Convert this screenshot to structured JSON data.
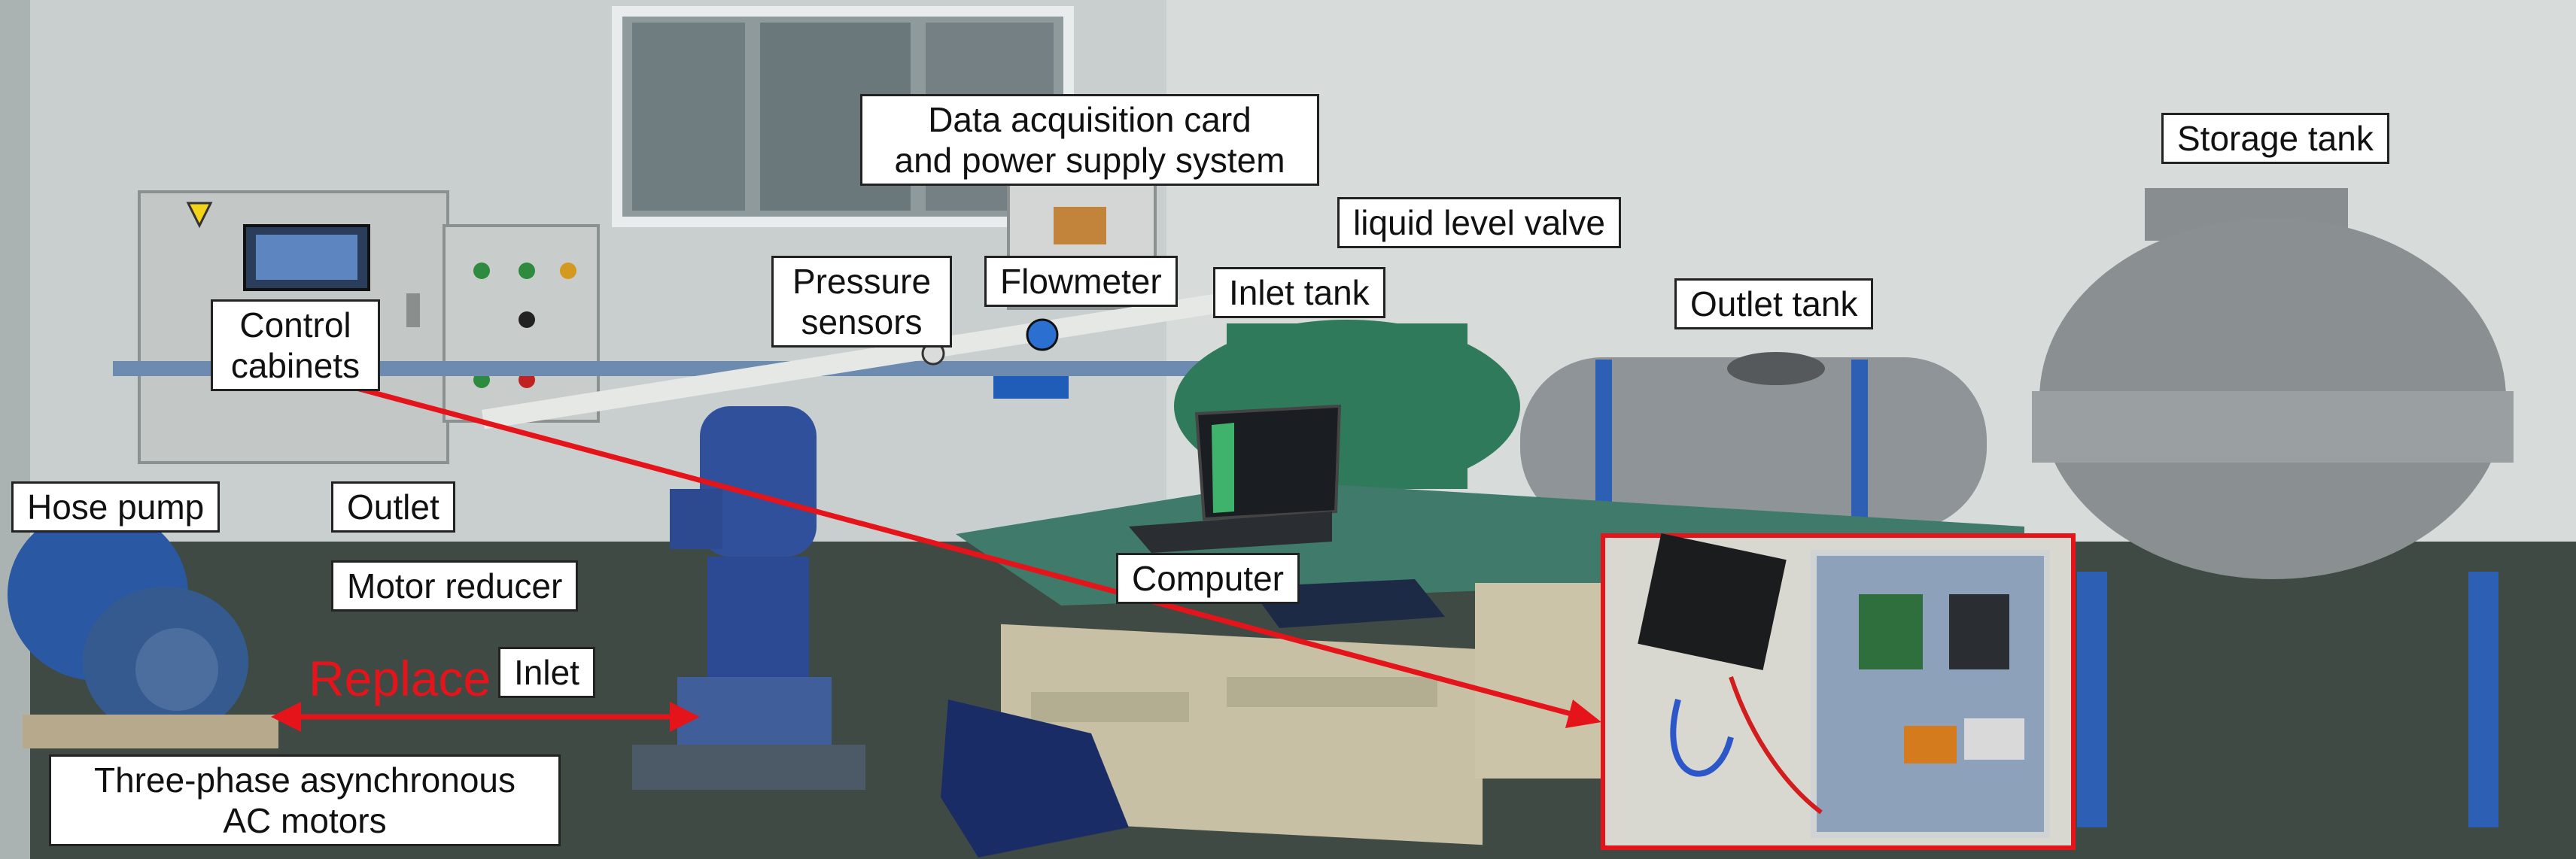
{
  "labels": {
    "daq_line1": "Data acquisition card",
    "daq_line2": "and power supply system",
    "storage_tank": "Storage tank",
    "liquid_level_valve": "liquid level valve",
    "pressure_line1": "Pressure",
    "pressure_line2": "sensors",
    "flowmeter": "Flowmeter",
    "inlet_tank": "Inlet tank",
    "outlet_tank": "Outlet tank",
    "control_line1": "Control",
    "control_line2": "cabinets",
    "hose_pump": "Hose pump",
    "outlet": "Outlet",
    "motor_reducer": "Motor reducer",
    "computer": "Computer",
    "inlet": "Inlet",
    "motors_line1": "Three-phase asynchronous",
    "motors_line2": "AC motors"
  },
  "annotation": {
    "replace": "Replace",
    "accent_color": "#e5141b"
  }
}
